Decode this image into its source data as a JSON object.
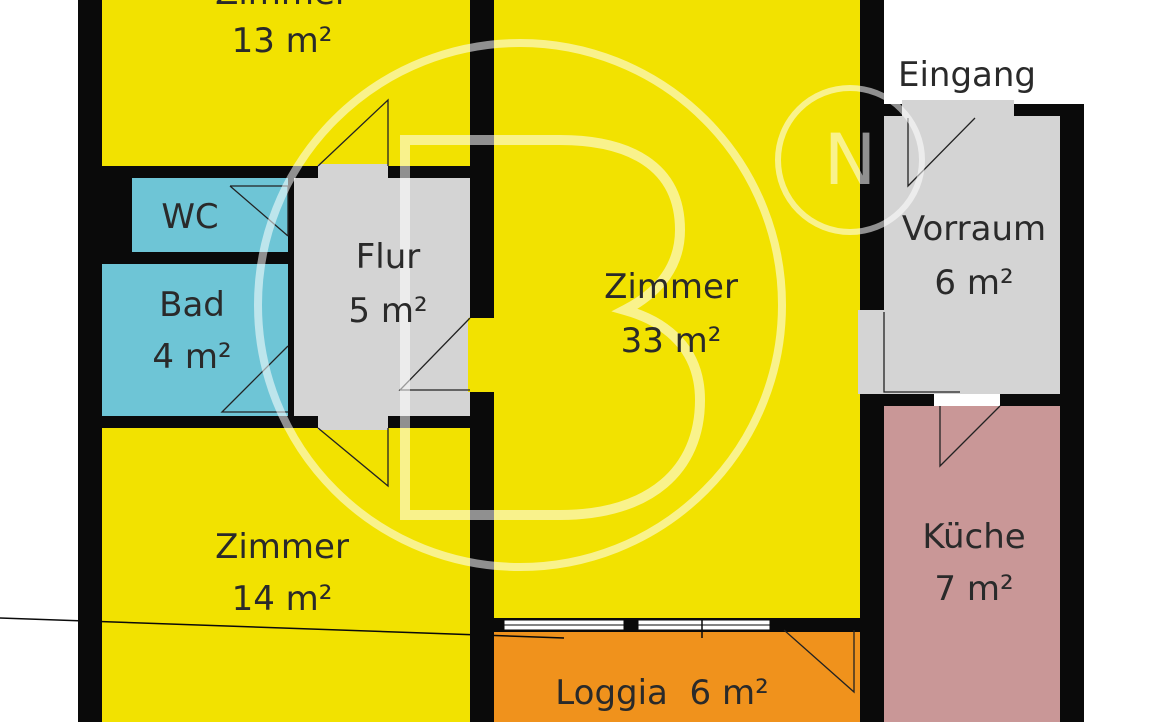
{
  "colors": {
    "wall": "#0a0a0a",
    "zimmer": "#f2e200",
    "flur": "#d4d4d4",
    "bad": "#6ec5d6",
    "kueche": "#c99797",
    "loggia": "#f0921c",
    "watermark": "#ffffff"
  },
  "entrance_label": "Eingang",
  "rooms": {
    "zimmer_top": {
      "name": "Zimmer",
      "area": "13 m²"
    },
    "zimmer_main": {
      "name": "Zimmer",
      "area": "33 m²"
    },
    "zimmer_bottom": {
      "name": "Zimmer",
      "area": "14 m²"
    },
    "wc": {
      "name": "WC"
    },
    "bad": {
      "name": "Bad",
      "area": "4 m²"
    },
    "flur": {
      "name": "Flur",
      "area": "5 m²"
    },
    "vorraum": {
      "name": "Vorraum",
      "area": "6 m²"
    },
    "kueche": {
      "name": "Küche",
      "area": "7 m²"
    },
    "loggia": {
      "label": "Loggia  6 m²"
    }
  },
  "watermark": {
    "letter": "B",
    "badge": "N"
  }
}
